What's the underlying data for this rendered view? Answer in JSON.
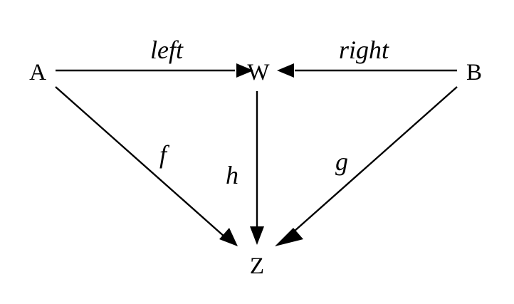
{
  "nodes": {
    "A": "A",
    "W": "W",
    "B": "B",
    "Z": "Z"
  },
  "edges": [
    {
      "from": "A",
      "to": "W",
      "label": "left"
    },
    {
      "from": "B",
      "to": "W",
      "label": "right"
    },
    {
      "from": "A",
      "to": "Z",
      "label": "f"
    },
    {
      "from": "W",
      "to": "Z",
      "label": "h"
    },
    {
      "from": "B",
      "to": "Z",
      "label": "g"
    }
  ],
  "colors": {
    "stroke": "#000000",
    "background": "#ffffff"
  }
}
